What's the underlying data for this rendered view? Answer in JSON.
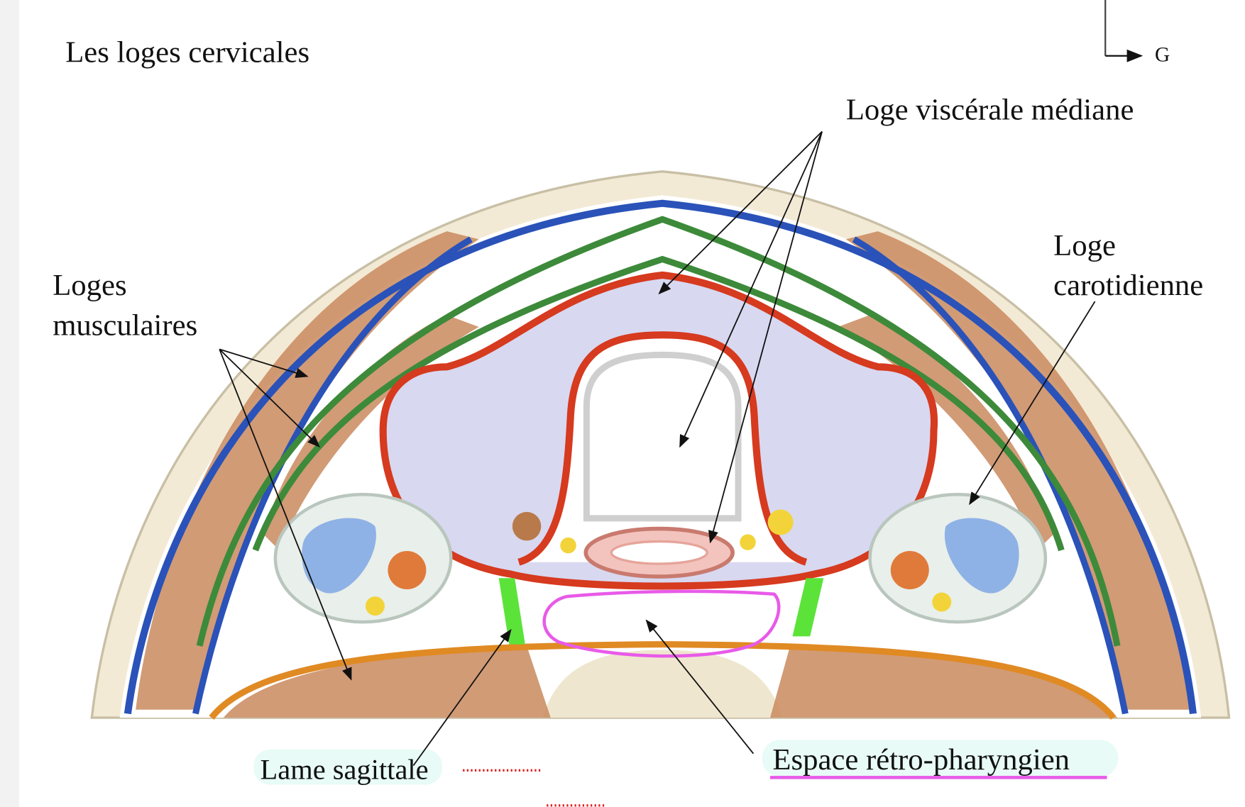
{
  "title": "Les loges cervicales",
  "orientation": {
    "axis_label": "G"
  },
  "labels": {
    "visceral": "Loge viscérale médiane",
    "carotid_line1": "Loge",
    "carotid_line2": "carotidienne",
    "muscular_line1": "Loges",
    "muscular_line2": "musculaires",
    "sagittal": "Lame sagittale",
    "retropharyngeal": "Espace rétro-pharyngien"
  },
  "colors": {
    "fascia_superficial": "#2a52b8",
    "fascia_pretracheal": "#3d8a3a",
    "fascia_visceral": "#d63a1f",
    "prevertebral": "#e08a24",
    "sagittal_highlight": "#5be33a",
    "retropharyngeal_highlight": "#e85ae8",
    "muscle": "#c98a5e",
    "thyroid": "#d8d8f0"
  }
}
